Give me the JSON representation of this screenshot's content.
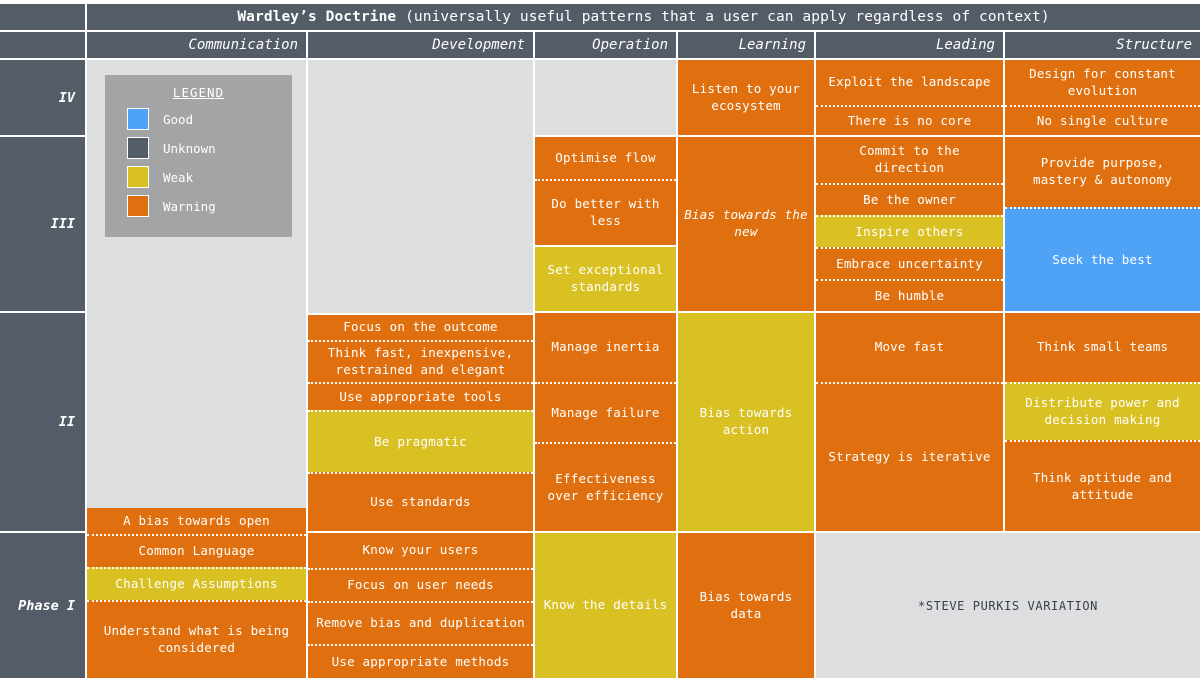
{
  "header": {
    "title_bold": "Wardley’s Doctrine",
    "title_rest": " (universally useful patterns that a user can apply regardless of context)",
    "columns": [
      "Communication",
      "Development",
      "Operation",
      "Learning",
      "Leading",
      "Structure"
    ]
  },
  "phases": [
    "IV",
    "III",
    "II",
    "Phase I"
  ],
  "legend": {
    "title": "LEGEND",
    "items": [
      {
        "label": "Good",
        "color": "#4fa3f7"
      },
      {
        "label": "Unknown",
        "color": "#545c67"
      },
      {
        "label": "Weak",
        "color": "#d9c023"
      },
      {
        "label": "Warning",
        "color": "#e0700f"
      }
    ]
  },
  "footnote": "*STEVE PURKIS VARIATION",
  "colors": {
    "good": "#4fa3f7",
    "unknown": "#545c67",
    "weak": "#d9c023",
    "warning": "#e0700f",
    "empty": "#dcdee0",
    "legend_bg": "#a2a4a6"
  },
  "cells": {
    "iv_learning": "Listen to your ecosystem",
    "iv_leading_1": "Exploit the landscape",
    "iv_leading_2": "There is no core",
    "iv_structure_1": "Design for constant evolution",
    "iv_structure_2": "No single culture",
    "iii_development_1": "Optimise flow",
    "iii_development_2": "Do better with less",
    "iii_development_3": "Set exceptional standards",
    "iii_learning": "Bias towards the new",
    "iii_leading_1": "Commit to the direction",
    "iii_leading_2": "Be the owner",
    "iii_leading_3": "Inspire others",
    "iii_leading_4": "Embrace uncertainty",
    "iii_leading_5": "Be humble",
    "iii_structure_1": "Provide purpose, mastery & autonomy",
    "iii_structure_2": "Seek the best",
    "ii_development_1": "Focus on the outcome",
    "ii_development_2": "Think fast, inexpensive, restrained and elegant",
    "ii_development_3": "Use appropriate tools",
    "ii_development_4": "Be pragmatic",
    "ii_development_5": "Use standards",
    "ii_operation_1": "Manage inertia",
    "ii_operation_2": "Manage failure",
    "ii_operation_3": "Effectiveness over efficiency",
    "ii_learning": "Bias towards action",
    "ii_leading_1": "Move fast",
    "ii_leading_2": "Strategy is iterative",
    "ii_structure_1": "Think small teams",
    "ii_structure_2": "Distribute power and decision making",
    "ii_structure_3": "Think aptitude and attitude",
    "i_communication_1": "A bias towards open",
    "i_communication_2": "Common Language",
    "i_communication_3": "Challenge Assumptions",
    "i_communication_4": "Understand what is being considered",
    "i_development_1": "Know your users",
    "i_development_2": "Focus on user needs",
    "i_development_3": "Remove bias and duplication",
    "i_development_4": "Use appropriate methods",
    "i_operation": "Know the details",
    "i_learning": "Bias towards data"
  }
}
